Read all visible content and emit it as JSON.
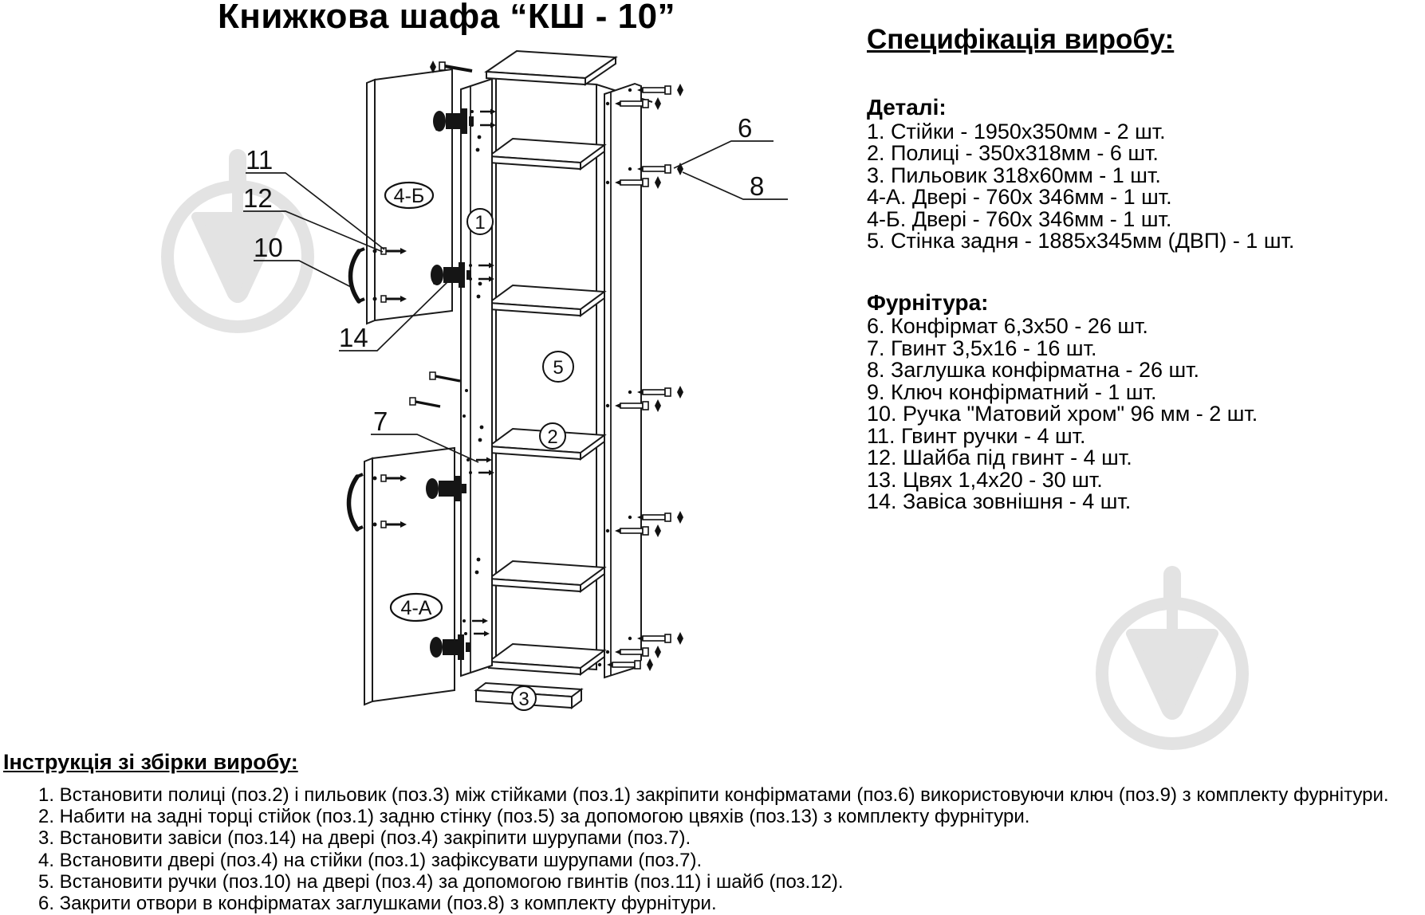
{
  "title": "Книжкова шафа  “КШ - 10”",
  "watermark_color": "#e3e3e3",
  "spec": {
    "heading": "Специфікація виробу:",
    "details_heading": "Деталі:",
    "details": [
      "1. Стійки - 1950х350мм - 2 шт.",
      "2. Полиці - 350х318мм - 6 шт.",
      "3. Пильовик 318х60мм - 1 шт.",
      "4-А. Двері - 760х 346мм - 1 шт.",
      "4-Б. Двері - 760х 346мм - 1 шт.",
      "5. Стінка задня - 1885х345мм (ДВП) - 1 шт."
    ],
    "hardware_heading": "Фурнітура:",
    "hardware": [
      "6. Конфірмат 6,3х50 - 26 шт.",
      "7. Гвинт 3,5х16 - 16 шт.",
      "8. Заглушка конфірматна - 26 шт.",
      "9. Ключ конфірматний - 1 шт.",
      "10. Ручка \"Матовий хром\" 96 мм - 2 шт.",
      "11. Гвинт ручки - 4 шт.",
      "12. Шайба під гвинт - 4 шт.",
      "13. Цвях 1,4х20 - 30 шт.",
      "14. Завіса зовнішня - 4 шт."
    ]
  },
  "instructions": {
    "heading": "Інструкція зі збірки виробу:",
    "steps": [
      "1. Встановити полиці (поз.2) і пильовик (поз.3) між стійками (поз.1) закріпити конфірматами (поз.6) використовуючи ключ (поз.9) з комплекту фурнітури.",
      "2. Набити на задні торці стійок (поз.1) задню стінку (поз.5) за допомогою цвяхів (поз.13) з комплекту фурнітури.",
      "3. Встановити завіси (поз.14) на двері (поз.4) закріпити шурупами (поз.7).",
      "4. Встановити двері (поз.4) на стійки (поз.1) зафіксувати шурупами (поз.7).",
      "5. Встановити ручки (поз.10) на двері (поз.4) за допомогою гвинтів (поз.11) і шайб (поз.12).",
      "6. Закрити отвори в конфірматах заглушками (поз.8) з комплекту фурнітури."
    ]
  },
  "diagram": {
    "labels": {
      "n6": "6",
      "n7": "7",
      "n8": "8",
      "n10": "10",
      "n11": "11",
      "n12": "12",
      "n14": "14",
      "c1": "1",
      "c2": "2",
      "c3": "3",
      "c5": "5",
      "door_top": "4-Б",
      "door_bottom": "4-А"
    }
  }
}
